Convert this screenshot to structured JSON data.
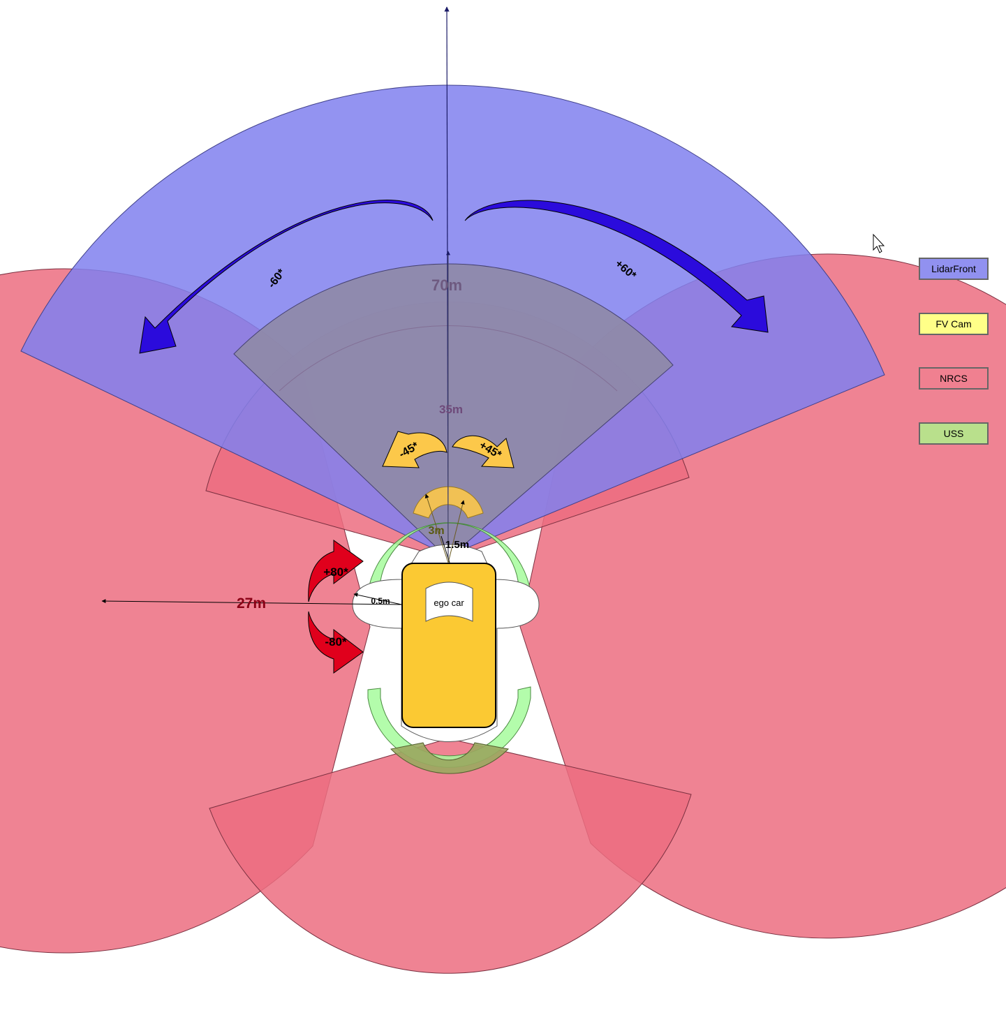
{
  "legend": [
    {
      "label": "LidarFront",
      "color": "#9191f0"
    },
    {
      "label": "FV Cam",
      "color": "#ffff88"
    },
    {
      "label": "NRCS",
      "color": "#f08090"
    },
    {
      "label": "USS",
      "color": "#b9e08c"
    }
  ],
  "car": {
    "label": "ego car"
  },
  "labels": {
    "lidar_range": "70m",
    "cam_range": "35m",
    "nrcs_range": "27m",
    "uss_range": "3m",
    "front_gap": "1.5m",
    "side_gap": "0.5m",
    "lidar_left_angle": "-60*",
    "lidar_right_angle": "+60*",
    "cam_left_angle": "-45*",
    "cam_right_angle": "+45*",
    "nrcs_up_angle": "+80*",
    "nrcs_down_angle": "-80*"
  },
  "colors": {
    "lidar": "#8080ee",
    "camera": "#8f8aa6",
    "nrcs": "#ec6d80",
    "uss": "#a6fc9c",
    "car": "#fbc933",
    "lidar_arrow": "#2b0bdc",
    "cam_arrow": "#fcc84a",
    "nrcs_arrow": "#e0001c"
  }
}
